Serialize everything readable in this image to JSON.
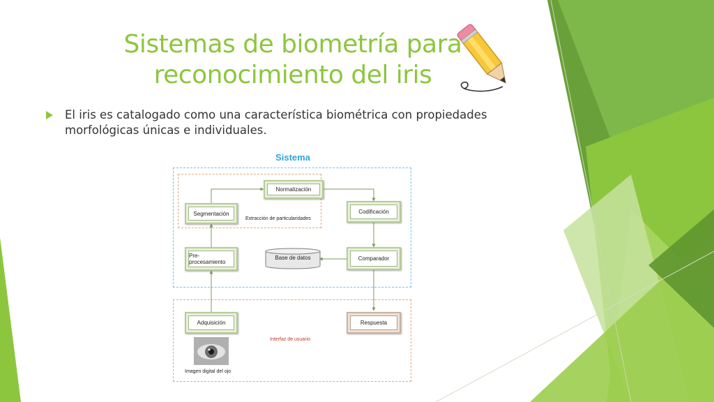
{
  "slide": {
    "title_line1": "Sistemas de biometría para",
    "title_line2": "reconocimiento del iris",
    "bullet": "El iris es catalogado como una característica biométrica con propiedades morfológicas únicas e individuales."
  },
  "diagram": {
    "title": "Sistema",
    "extraction_label": "Extracción de particularidades",
    "user_interface_label": "Interfaz de usuario",
    "eye_caption": "Imagen digital del ojo",
    "nodes": {
      "normalizacion": "Normalización",
      "segmentacion": "Segmentación",
      "codificacion": "Codificación",
      "preprocesamiento": "Pre-procesamiento",
      "base_datos": "Base de datos",
      "comparador": "Comparador",
      "adquisicion": "Adquisición",
      "respuesta": "Respuesta"
    }
  },
  "colors": {
    "accent_green": "#8dc63f",
    "diagram_blue": "#2ea7d8",
    "ui_label_red": "#c0392b"
  },
  "icons": [
    "pencil-icon",
    "bullet-arrow-icon",
    "eye-image"
  ]
}
